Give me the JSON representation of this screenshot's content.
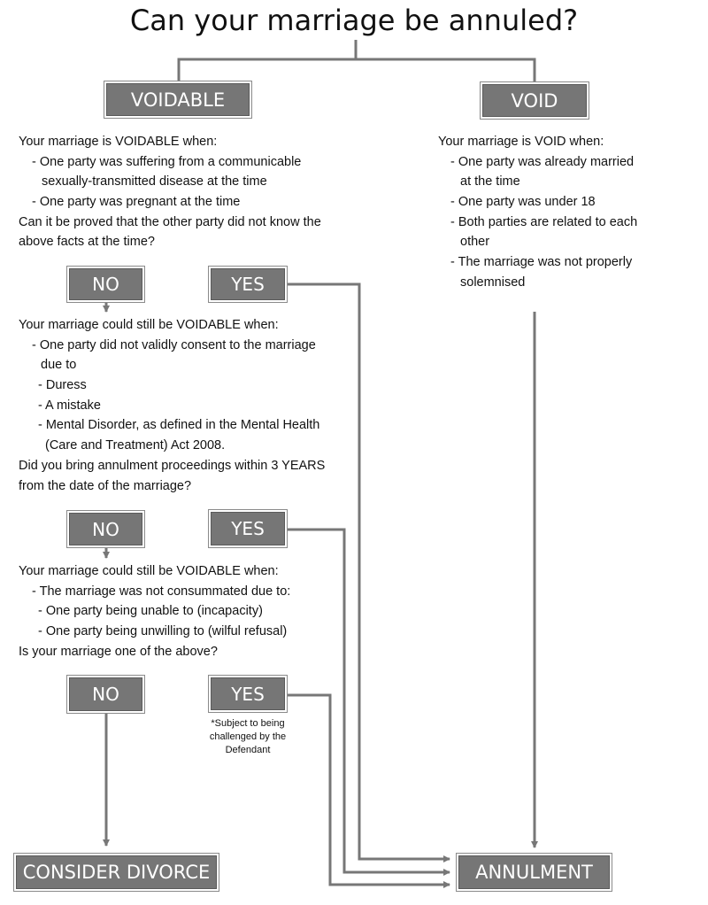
{
  "title": "Can your marriage be annuled?",
  "boxes": {
    "voidable": "VOIDABLE",
    "void": "VOID",
    "no": "NO",
    "yes": "YES",
    "consider_divorce": "CONSIDER DIVORCE",
    "annulment": "ANNULMENT"
  },
  "voidable_text": {
    "heading": "Your marriage is VOIDABLE when:",
    "item1_line1": "- One party was suffering from a communicable",
    "item1_line2": "sexually-transmitted disease at the time",
    "item2": "- One party was pregnant at the time",
    "question_line1": "Can it be proved that the other party did not know the",
    "question_line2": "above facts at the time?"
  },
  "void_text": {
    "heading": "Your marriage is VOID when:",
    "item1_line1": "- One party was already married",
    "item1_line2": "at the time",
    "item2": "- One party was under 18",
    "item3_line1": "- Both parties are related to each",
    "item3_line2": "other",
    "item4_line1": "- The marriage was not properly",
    "item4_line2": "solemnised"
  },
  "consent_text": {
    "heading": "Your marriage could still be VOIDABLE when:",
    "item1_line1": "- One party did not validly consent to the marriage",
    "item1_line2": "due to",
    "sub1": "- Duress",
    "sub2": "- A mistake",
    "sub3_line1": "- Mental Disorder, as defined in the Mental Health",
    "sub3_line2": "(Care and Treatment) Act 2008.",
    "question_line1": "Did you bring annulment proceedings within 3 YEARS",
    "question_line2": "from the date of the marriage?"
  },
  "consummation_text": {
    "heading": "Your marriage could still be VOIDABLE when:",
    "item1": "- The marriage was not consummated due to:",
    "sub1": "- One party being unable to (incapacity)",
    "sub2": "- One party being unwilling to (wilful refusal)",
    "question": "Is your marriage one of the above?"
  },
  "footnote": {
    "line1": "*Subject to being",
    "line2": "challenged by the",
    "line3": "Defendant"
  },
  "colors": {
    "box_fill": "#767676",
    "connector": "#777777"
  }
}
